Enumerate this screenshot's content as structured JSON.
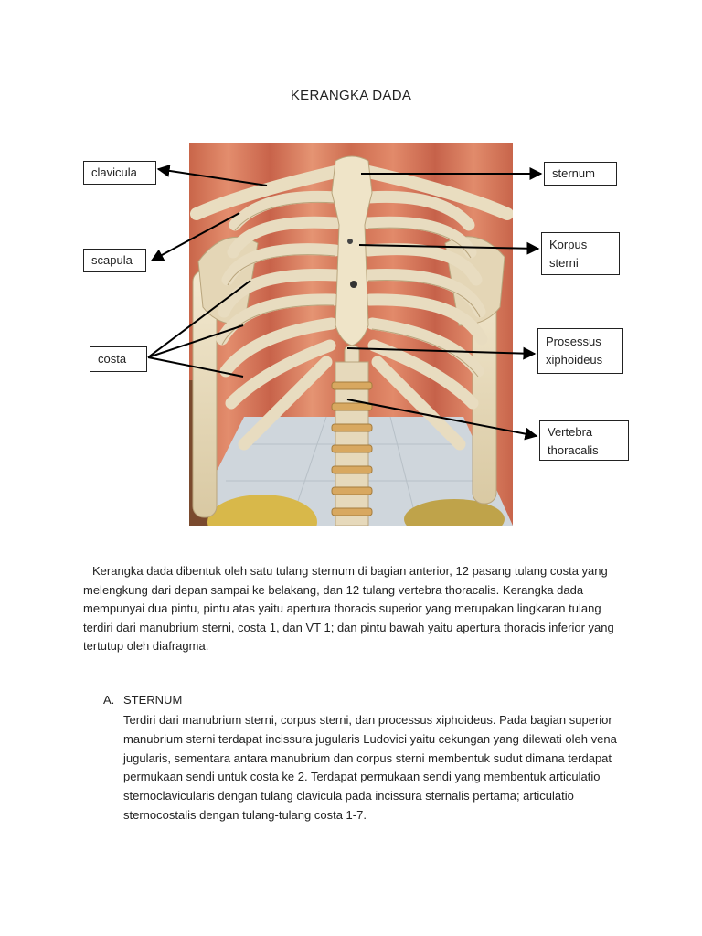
{
  "title": "KERANGKA DADA",
  "labels": {
    "clavicula": "clavicula",
    "scapula": "scapula",
    "costa": "costa",
    "sternum": "sternum",
    "korpus_line1": "Korpus",
    "korpus_line2": "sterni",
    "prosessus_line1": "Prosessus",
    "prosessus_line2": "xiphoideus",
    "vertebra_line1": "Vertebra",
    "vertebra_line2": "thoracalis"
  },
  "intro": "Kerangka dada dibentuk oleh satu tulang sternum di bagian anterior, 12 pasang tulang costa yang melengkung dari depan sampai ke belakang, dan 12 tulang vertebra thoracalis. Kerangka dada mempunyai dua pintu, pintu atas yaitu apertura thoracis superior yang merupakan lingkaran tulang terdiri dari manubrium sterni, costa 1, dan VT 1; dan pintu bawah yaitu apertura thoracis inferior yang tertutup oleh diafragma.",
  "section": {
    "number": "A.",
    "heading": "STERNUM",
    "body": "Terdiri dari manubrium sterni, corpus sterni, dan processus xiphoideus. Pada bagian superior manubrium sterni terdapat incissura jugularis Ludovici yaitu cekungan yang dilewati oleh vena jugularis, sementara antara manubrium dan corpus sterni membentuk sudut dimana terdapat permukaan sendi untuk costa ke 2. Terdapat permukaan sendi yang membentuk articulatio sternoclavicularis dengan tulang clavicula pada incissura sternalis pertama; articulatio sternocostalis dengan tulang-tulang costa 1-7."
  },
  "colors": {
    "curtain": "#d97a5c",
    "bone": "#e8dcc0",
    "floor": "#cfd6dc"
  }
}
